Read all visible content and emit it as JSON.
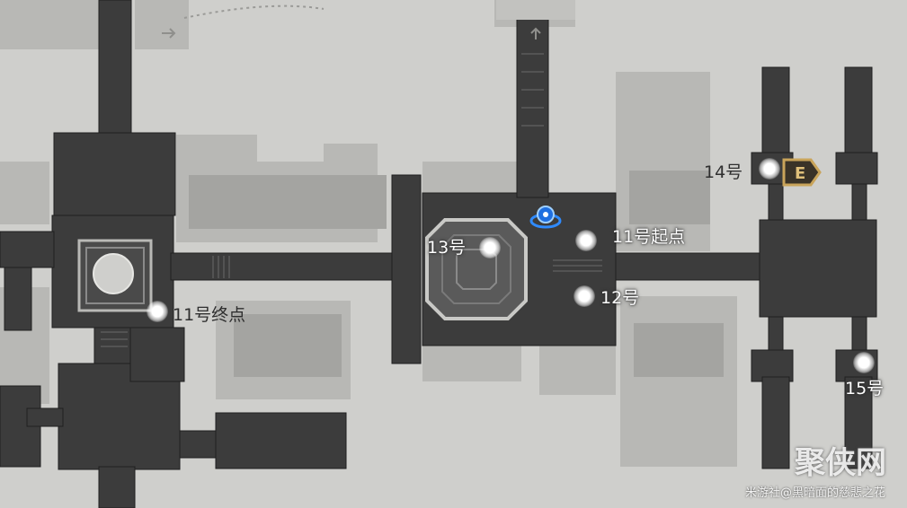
{
  "points": [
    {
      "id": "13",
      "label": "13号"
    },
    {
      "id": "11s",
      "label": "11号起点"
    },
    {
      "id": "12",
      "label": "12号"
    },
    {
      "id": "11e",
      "label": "11号终点"
    },
    {
      "id": "14",
      "label": "14号"
    },
    {
      "id": "15",
      "label": "15号"
    }
  ],
  "icons": {
    "teleport": "blue-teleport-waypoint-icon",
    "exit": "gold-exit-door-icon",
    "up_arrow": "up-arrow-icon",
    "right_arrow": "right-arrow-icon"
  },
  "watermark": {
    "logo": "聚侠网",
    "credit": "米游社@黑暗面的慈悲之花"
  },
  "colors": {
    "floor": "#3c3c3c",
    "wall": "#a9a9a6",
    "background": "#dcdcd9",
    "teleport": "#2f8bff",
    "exit": "#c9a45a"
  }
}
